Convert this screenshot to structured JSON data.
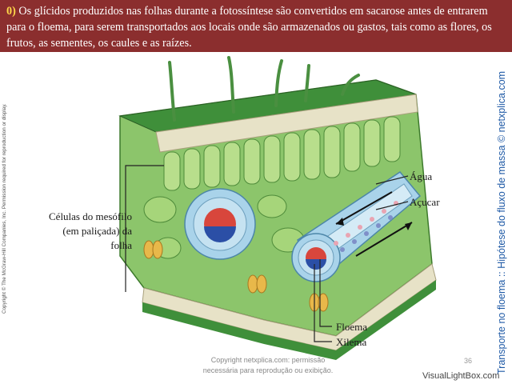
{
  "banner": {
    "number": "0)",
    "text": " Os glícidos produzidos nas folhas durante a fotossíntese são convertidos em sacarose antes de entrarem para o floema, para serem transportados aos locais onde são armazenados ou gastos, tais como as flores, os frutos, as sementes, os caules e as raízes."
  },
  "side_copyright": "Copyright © The McGraw-Hill Companies, Inc. Permission required for reproduction or display.",
  "side_title": "Transporte no floema :: Hipótese do fluxo de massa © netxplica.com",
  "labels": {
    "mesophyll": "Células do mesófilo (em paliçada) da folha",
    "water": "Água",
    "sugar": "Açucar",
    "phloem": "Floema",
    "xylem": "Xilema"
  },
  "footer": {
    "line1": "Copyright netxplica.com: permissão",
    "line2": "necessária para reprodução ou exibição."
  },
  "page_number": "36",
  "watermark": "VisualLightBox.com",
  "colors": {
    "banner_bg": "#8b2e2e",
    "banner_number": "#ffd84a",
    "side_title": "#1f5aa6"
  }
}
